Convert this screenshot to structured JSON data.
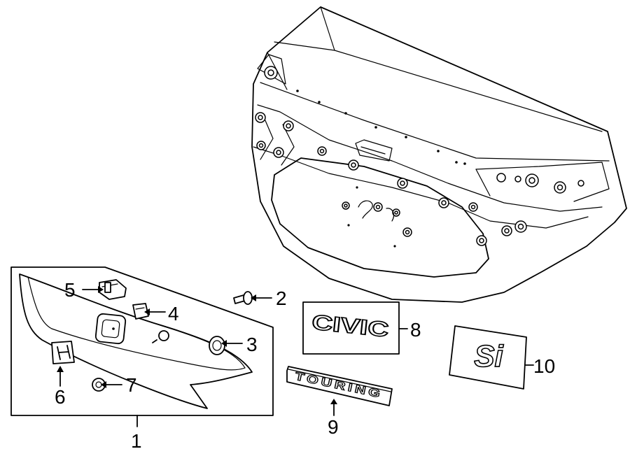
{
  "callouts": {
    "c1": "1",
    "c2": "2",
    "c3": "3",
    "c4": "4",
    "c5": "5",
    "c6": "6",
    "c7": "7",
    "c8": "8",
    "c9": "9",
    "c10": "10"
  },
  "emblems": {
    "civic": "CIVIC",
    "touring": "TOURING",
    "si": "Si"
  }
}
